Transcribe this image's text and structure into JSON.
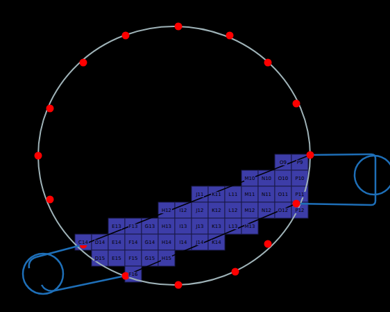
{
  "diagram": {
    "labels": [
      "O9",
      "P9",
      "M10",
      "N10",
      "O10",
      "P10",
      "J11",
      "K11",
      "L11",
      "M11",
      "N11",
      "O11",
      "P11",
      "H12",
      "I12",
      "J12",
      "K12",
      "L12",
      "M12",
      "N12",
      "O12",
      "P12",
      "E13",
      "F13",
      "G13",
      "H13",
      "I13",
      "J13",
      "K13",
      "L13",
      "M13",
      "C14",
      "D14",
      "E14",
      "F14",
      "G14",
      "H14",
      "I14",
      "J14",
      "K14",
      "D15",
      "E15",
      "F15",
      "G15",
      "H15",
      "F16"
    ]
  }
}
